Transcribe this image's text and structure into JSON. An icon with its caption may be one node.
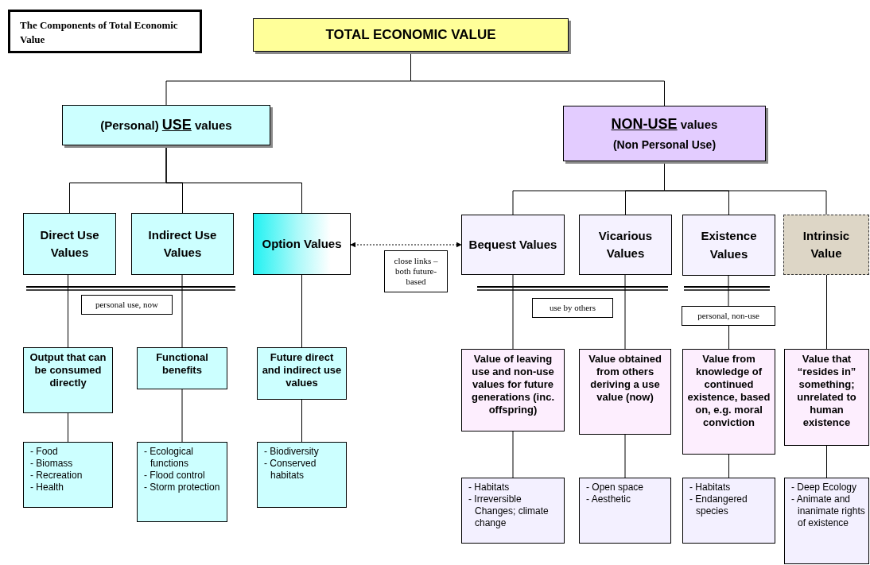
{
  "diagram": {
    "title": "The Components of Total Economic Value",
    "nodes": [
      {
        "text": [
          "TOTAL ECONOMIC VALUE"
        ]
      },
      {
        "text": [
          "(Personal) **USE** values"
        ]
      },
      {
        "text": [
          "**NON-USE** values",
          "(Non Personal Use)"
        ]
      },
      {
        "text": [
          "Direct Use Values"
        ]
      },
      {
        "text": [
          "Indirect Use Values"
        ]
      },
      {
        "text": [
          "Option Values"
        ]
      },
      {
        "text": [
          "close links – both future-based"
        ]
      },
      {
        "text": [
          "Bequest Values"
        ]
      },
      {
        "text": [
          "Vicarious Values"
        ]
      },
      {
        "text": [
          "Existence Values"
        ]
      },
      {
        "text": [
          "Intrinsic Value"
        ]
      },
      {
        "text": [
          "personal use, now"
        ]
      },
      {
        "text": [
          "Output that can be consumed directly"
        ]
      },
      {
        "text": [
          "Functional benefits"
        ]
      },
      {
        "text": [
          "Future direct and indirect use values"
        ]
      },
      {
        "text": [
          "- Food",
          "- Biomass",
          "- Recreation",
          "- Health"
        ]
      },
      {
        "text": [
          "- Ecological functions",
          "- Flood control",
          "- Storm protection"
        ]
      },
      {
        "text": [
          "- Biodiversity",
          "- Conserved habitats"
        ]
      },
      {
        "text": [
          "use by others"
        ]
      },
      {
        "text": [
          "personal, non-use"
        ]
      },
      {
        "text": [
          "Value of leaving use and non-use values for future generations (inc. offspring)"
        ]
      },
      {
        "text": [
          "Value obtained from others deriving a use value (now)"
        ]
      },
      {
        "text": [
          "Value from knowledge of continued existence, based on, e.g. moral conviction"
        ]
      },
      {
        "text": [
          "Value that “resides in” something; unrelated to human existence"
        ]
      },
      {
        "text": [
          "- Habitats",
          "- Irreversible Changes; climate change"
        ]
      },
      {
        "text": [
          "- Open space",
          "- Aesthetic"
        ]
      },
      {
        "text": [
          "- Habitats",
          "- Endangered species"
        ]
      },
      {
        "text": [
          "- Deep Ecology",
          "- Animate and inanimate rights of existence"
        ]
      }
    ],
    "edges": [
      {
        "from": 0,
        "to": 1,
        "arrow": "none"
      },
      {
        "from": 0,
        "to": 2,
        "arrow": "none"
      },
      {
        "from": 1,
        "to": 3,
        "arrow": "none"
      },
      {
        "from": 1,
        "to": 4,
        "arrow": "none"
      },
      {
        "from": 1,
        "to": 5,
        "arrow": "none"
      },
      {
        "from": 2,
        "to": 7,
        "arrow": "none"
      },
      {
        "from": 2,
        "to": 8,
        "arrow": "none"
      },
      {
        "from": 2,
        "to": 9,
        "arrow": "none"
      },
      {
        "from": 2,
        "to": 10,
        "arrow": "none"
      },
      {
        "from": 5,
        "to": 7,
        "arrow": "both",
        "style": "dashed"
      },
      {
        "from": 3,
        "to": 12,
        "arrow": "none"
      },
      {
        "from": 4,
        "to": 13,
        "arrow": "none"
      },
      {
        "from": 5,
        "to": 14,
        "arrow": "none"
      },
      {
        "from": 7,
        "to": 20,
        "arrow": "none"
      },
      {
        "from": 8,
        "to": 21,
        "arrow": "none"
      },
      {
        "from": 9,
        "to": 19,
        "arrow": "none"
      },
      {
        "from": 19,
        "to": 22,
        "arrow": "none"
      },
      {
        "from": 10,
        "to": 23,
        "arrow": "none"
      },
      {
        "from": 12,
        "to": 15,
        "arrow": "none"
      },
      {
        "from": 13,
        "to": 16,
        "arrow": "none"
      },
      {
        "from": 14,
        "to": 17,
        "arrow": "none"
      },
      {
        "from": 20,
        "to": 24,
        "arrow": "none"
      },
      {
        "from": 21,
        "to": 25,
        "arrow": "none"
      },
      {
        "from": 22,
        "to": 26,
        "arrow": "none"
      },
      {
        "from": 23,
        "to": 27,
        "arrow": "none"
      }
    ]
  }
}
